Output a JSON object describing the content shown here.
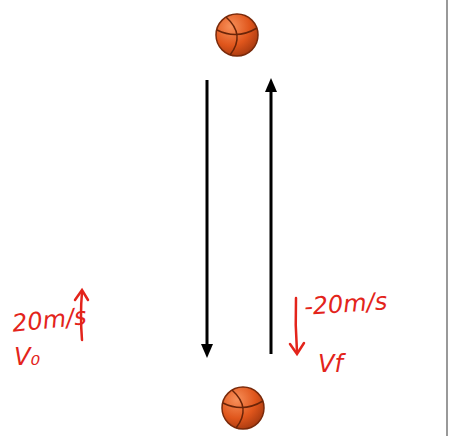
{
  "diagram": {
    "labels": [
      "20m/s",
      "V₀",
      "-20m/s",
      "Vf"
    ]
  }
}
